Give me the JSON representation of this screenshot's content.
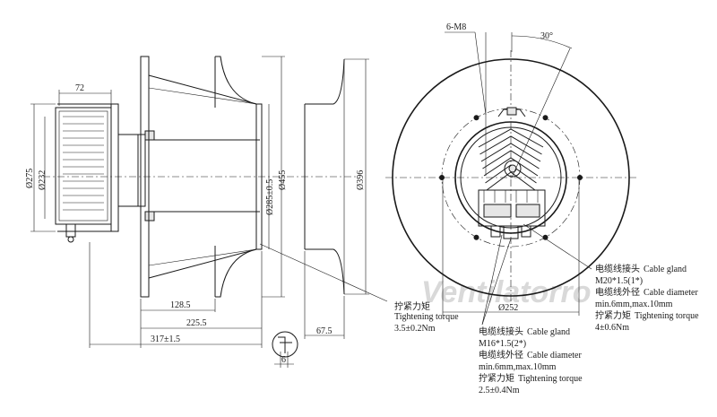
{
  "watermark": "Ventilatorro",
  "side_view": {
    "dims": {
      "top_width": "72",
      "motor_diameter": "Ø275",
      "hub_diameter": "Ø232",
      "inlet_diameter": "Ø285±0.5",
      "outer_diameter": "Ø455",
      "bottom_1": "128.5",
      "bottom_2": "225.5",
      "bottom_3": "317±1.5",
      "detail_thickness": "6"
    },
    "nozzle": {
      "diameter": "Ø396",
      "depth": "67.5"
    }
  },
  "front_view": {
    "dims": {
      "bolts": "6-M8",
      "angle": "30°",
      "pitch_diameter": "Ø252"
    }
  },
  "notes": {
    "left_torque": {
      "cn": "拧紧力矩",
      "en": "Tightening torque",
      "value": "3.5±0.2Nm"
    },
    "gland_bottom": {
      "line1_cn": "电缆线接头",
      "line1_en": "Cable gland",
      "line2": "M16*1.5(2*)",
      "line3_cn": "电缆线外径",
      "line3_en": "Cable diameter",
      "line4": "min.6mm,max.10mm",
      "line5_cn": "拧紧力矩",
      "line5_en": "Tightening torque",
      "line6": "2.5±0.4Nm"
    },
    "gland_right": {
      "line1_cn": "电缆线接头",
      "line1_en": "Cable gland",
      "line2": "M20*1.5(1*)",
      "line3_cn": "电缆线外径",
      "line3_en": "Cable diameter",
      "line4": "min.6mm,max.10mm",
      "line5_cn": "拧紧力矩",
      "line5_en": "Tightening torque",
      "line6": "4±0.6Nm"
    }
  }
}
